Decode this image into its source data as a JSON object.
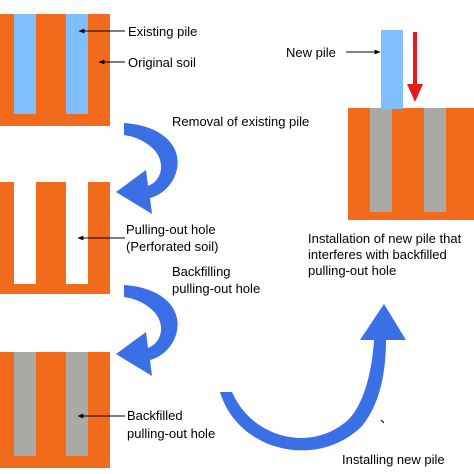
{
  "colors": {
    "soil": "#f26b1d",
    "existing_pile": "#7fbfff",
    "backfill": "#a9aaa5",
    "new_pile": "#7fbfff",
    "arrow_blue": "#3a6fe6",
    "arrow_red": "#e31b1b"
  },
  "stage1": {
    "existing_pile_label": "Existing pile",
    "original_soil_label": "Original soil"
  },
  "steps": {
    "removal": "Removal of existing pile",
    "backfilling_line1": "Backfilling",
    "backfilling_line2": "pulling-out hole",
    "installing": "Installing new pile"
  },
  "stage2": {
    "hole_line1": "Pulling-out hole",
    "hole_line2": "(Perforated soil)"
  },
  "stage3": {
    "backfilled_line1": "Backfilled",
    "backfilled_line2": "pulling-out hole"
  },
  "stage4": {
    "new_pile_label": "New pile",
    "caption_line1": "Installation of new pile that",
    "caption_line2": "interferes with backfilled",
    "caption_line3": "pulling-out hole"
  }
}
